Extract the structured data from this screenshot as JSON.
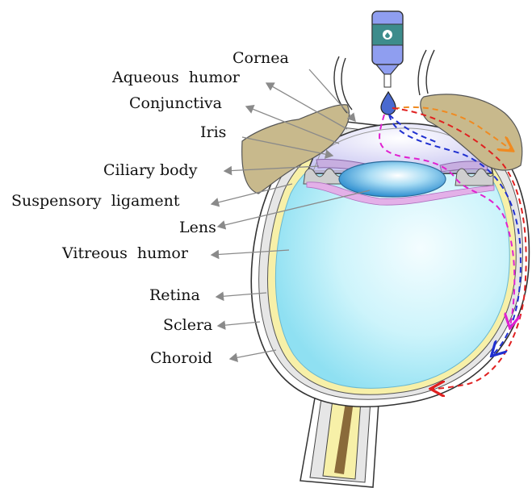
{
  "labels": {
    "cornea": "Cornea",
    "aqueous_humor": "Aqueous  humor",
    "conjunctiva": "Conjunctiva",
    "iris": "Iris",
    "ciliary_body": "Ciliary body",
    "suspensory_ligament": "Suspensory  ligament",
    "lens": "Lens",
    "vitreous_humor": "Vitreous  humor",
    "retina": "Retina",
    "sclera": "Sclera",
    "choroid": "Choroid"
  },
  "colors": {
    "vitreous": "#b8eef8",
    "lens": "#5ab8e4",
    "eyelid": "#c8b98c",
    "retina": "#f7f0a8",
    "iris": "#c7aee0",
    "sclera": "#e6e6e6",
    "bottle": "#8f9ef0",
    "bottle_band": "#3d8c8c",
    "path_red": "#e02020",
    "path_blue": "#2030d0",
    "path_magenta": "#e020d0",
    "path_orange": "#f08a20"
  }
}
